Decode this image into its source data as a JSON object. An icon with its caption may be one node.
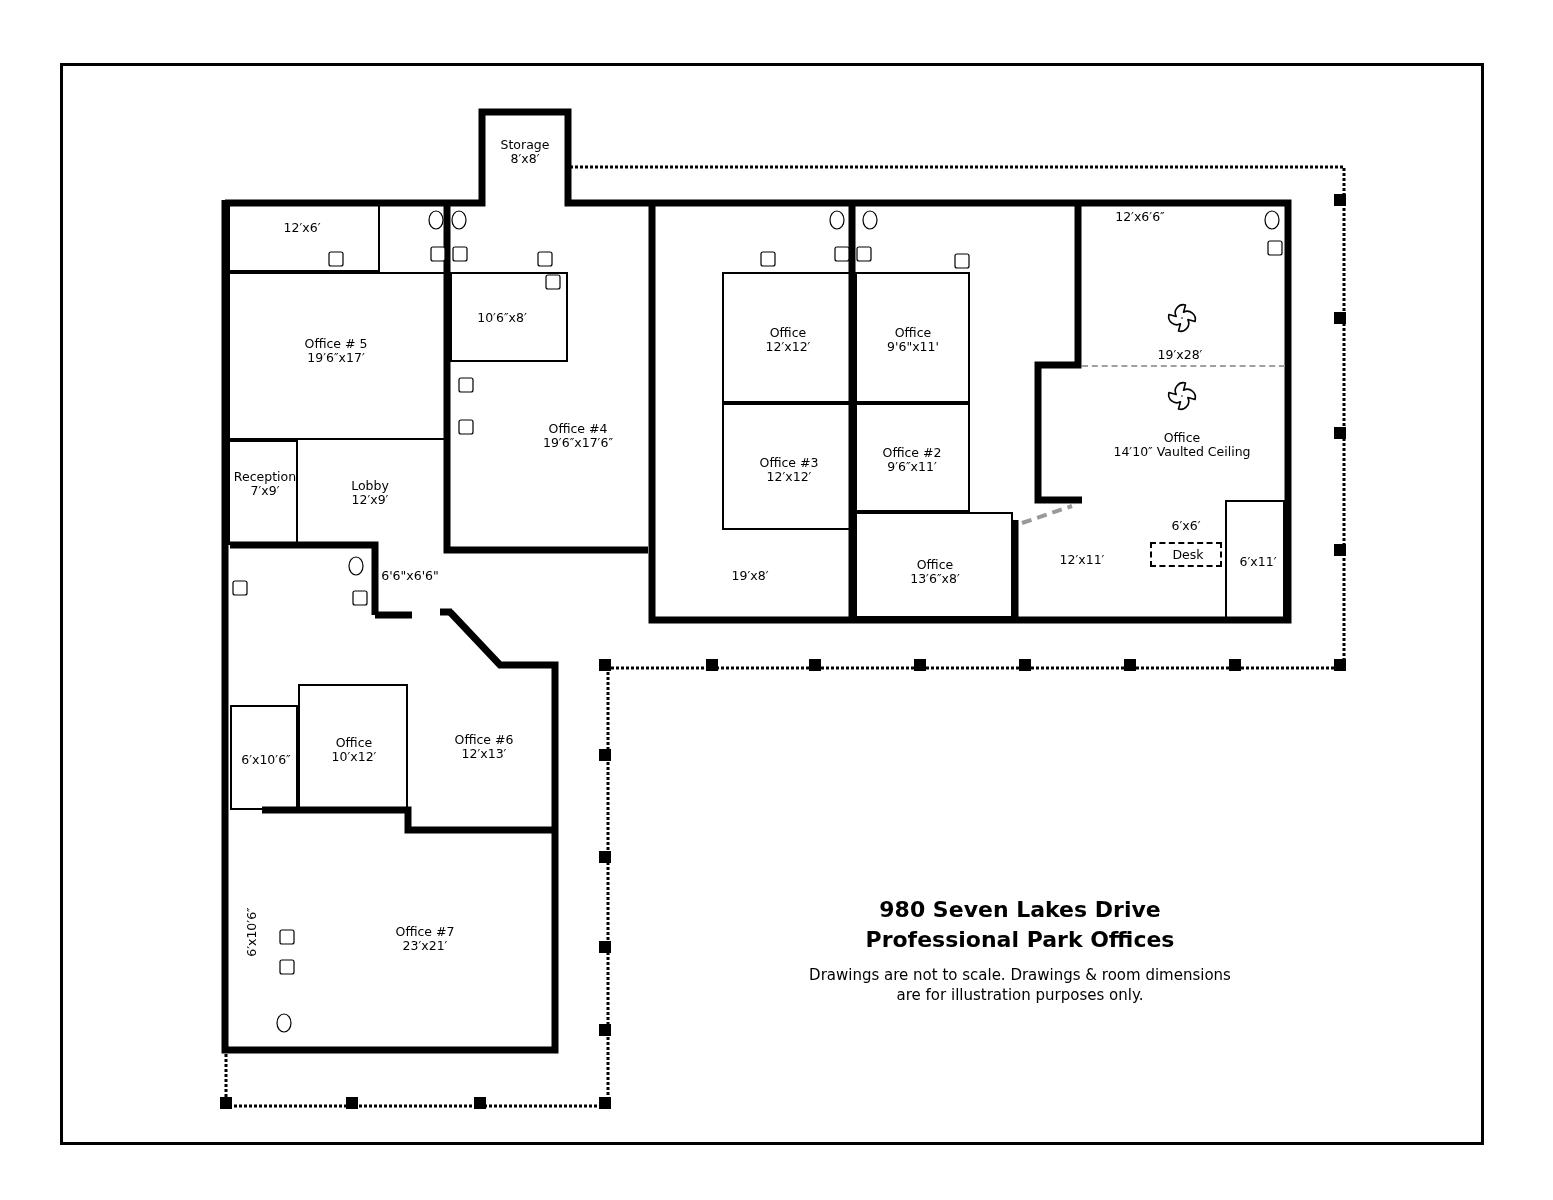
{
  "diagram": {
    "title": "980 Seven Lakes Drive Professional Park Offices",
    "caption": "Drawings are not to scale. Drawings & room dimensions are for illustration purposes only.",
    "nodes": [
      {
        "text": [
          "Storage",
          "8′x8′"
        ]
      },
      {
        "text": [
          "12′x6′"
        ]
      },
      {
        "text": [
          "Office # 5",
          "19′6″x17′"
        ]
      },
      {
        "text": [
          "10′6″x8′"
        ]
      },
      {
        "text": [
          "Office #4",
          "19′6″x17′6″"
        ]
      },
      {
        "text": [
          "Office",
          "12′x12′"
        ]
      },
      {
        "text": [
          "Office",
          "9'6\"x11'"
        ]
      },
      {
        "text": [
          "12′x6′6″",
          "19′x28′"
        ]
      },
      {
        "text": [
          "Office",
          "14′10″ Vaulted Ceiling"
        ]
      },
      {
        "text": [
          "Reception",
          "7′x9′"
        ]
      },
      {
        "text": [
          "Lobby",
          "12′x9′"
        ]
      },
      {
        "text": [
          "Office #3",
          "12′x12′"
        ]
      },
      {
        "text": [
          "Office #2",
          "9′6″x11′"
        ]
      },
      {
        "text": [
          "6'6\"x6'6\""
        ]
      },
      {
        "text": [
          "19′x8′"
        ]
      },
      {
        "text": [
          "Office",
          "13′6″x8′"
        ]
      },
      {
        "text": [
          "12′x11′"
        ]
      },
      {
        "text": [
          "Desk"
        ],
        "in": 16
      },
      {
        "text": [
          "6′x11′"
        ]
      },
      {
        "text": [
          "6′x10′6″"
        ]
      },
      {
        "text": [
          "Office",
          "10′x12′"
        ]
      },
      {
        "text": [
          "Office #6",
          "12′x13′"
        ]
      },
      {
        "text": [
          "6′x10′6″"
        ]
      },
      {
        "text": [
          "Office #7",
          "23′x21′"
        ]
      }
    ],
    "labels": [
      "6′x6′"
    ]
  }
}
